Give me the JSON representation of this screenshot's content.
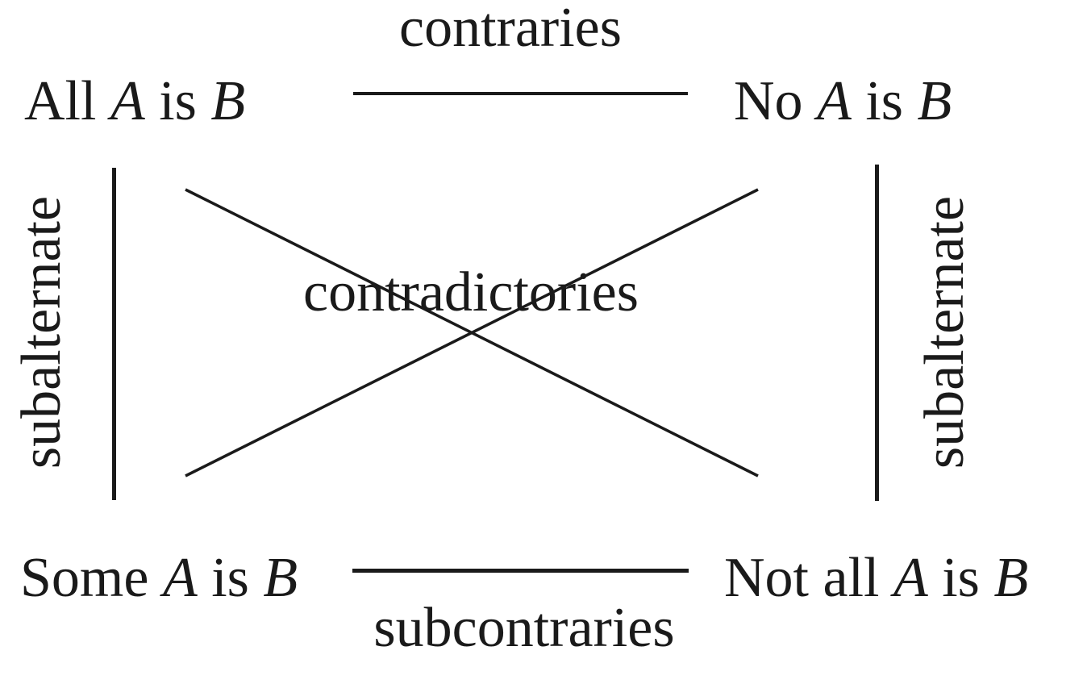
{
  "colors": {
    "background": "#ffffff",
    "text": "#1a1a1a",
    "line": "#1a1a1a"
  },
  "diagram": {
    "kind": "square-of-opposition",
    "propositions": {
      "top_left": {
        "prefix": "All ",
        "term_a": "A",
        "middle": " is ",
        "term_b": "B"
      },
      "top_right": {
        "prefix": "No ",
        "term_a": "A",
        "middle": " is ",
        "term_b": "B"
      },
      "bottom_left": {
        "prefix": "Some ",
        "term_a": "A",
        "middle": " is ",
        "term_b": "B"
      },
      "bottom_right": {
        "prefix": "Not all ",
        "term_a": "A",
        "middle": " is ",
        "term_b": "B"
      }
    },
    "relations": {
      "top": "contraries",
      "bottom": "subcontraries",
      "diagonal": "contradictories",
      "left": "subalternate",
      "right": "subalternate"
    }
  }
}
